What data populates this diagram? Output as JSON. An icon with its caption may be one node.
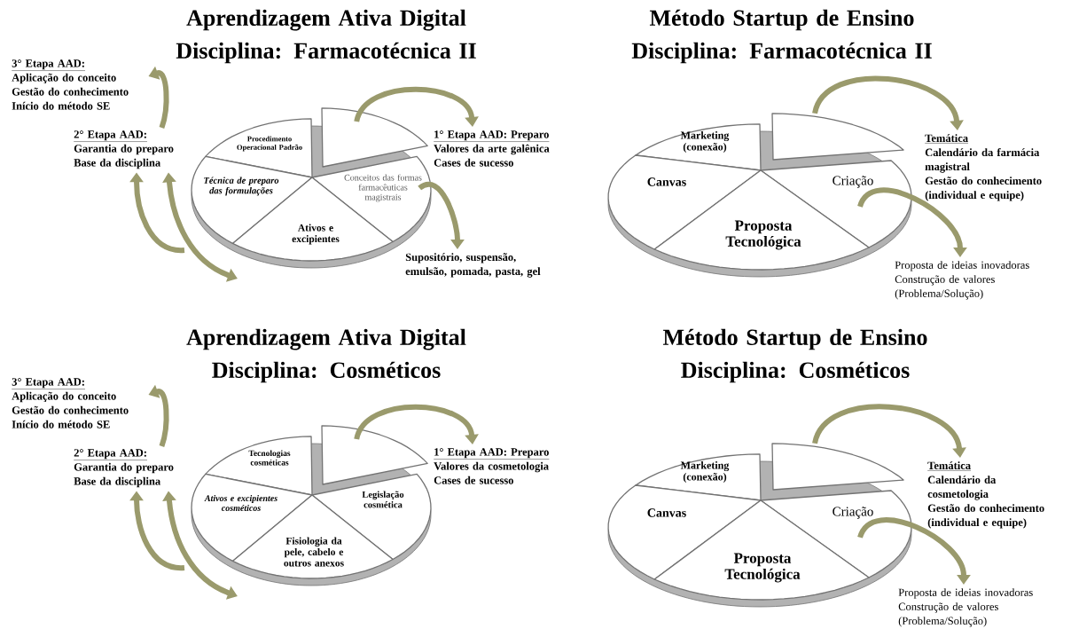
{
  "diagram": {
    "nodes": [
      {
        "text": [
          "Procedimento Operacional Padrão"
        ]
      },
      {
        "text": [],
        "shape": "wedge"
      },
      {
        "text": [
          "Técnica de preparo das formulações"
        ]
      },
      {
        "text": [
          "Conceitos das formas farmacêuticas magistrais"
        ]
      },
      {
        "text": [
          "Ativos e excipientes"
        ]
      },
      {
        "text": [
          "1° Etapa AAD: Preparo",
          "Valores da arte galênica",
          "Cases de sucesso"
        ]
      },
      {
        "text": [
          "Supositório, suspensão, emulsão, pomada, pasta, gel"
        ]
      },
      {
        "text": [
          "2° Etapa AAD:",
          "Garantia do preparo",
          "Base da disciplina"
        ]
      },
      {
        "text": [
          "3° Etapa AAD:",
          "Aplicação do conceito",
          "Gestão do conhecimento",
          "Início do método SE"
        ]
      },
      {
        "text": [
          "Marketing (conexão)"
        ]
      },
      {
        "text": [],
        "shape": "wedge"
      },
      {
        "text": [
          "Canvas"
        ]
      },
      {
        "text": [
          "Criação"
        ]
      },
      {
        "text": [
          "Proposta Tecnológica"
        ]
      },
      {
        "text": [
          "Temática",
          "Calendário da farmácia magistral",
          "Gestão do conhecimento (individual e equipe)"
        ]
      },
      {
        "text": [
          "Proposta de ideias inovadoras",
          "Construção de valores (Problema/Solução)"
        ]
      },
      {
        "text": [
          "Tecnologias cosméticas"
        ]
      },
      {
        "text": [],
        "shape": "wedge"
      },
      {
        "text": [
          "Ativos e excipientes cosméticos"
        ]
      },
      {
        "text": [
          "Legislação cosmética"
        ]
      },
      {
        "text": [
          "Fisiologia da pele, cabelo e outros anexos"
        ]
      },
      {
        "text": [
          "1° Etapa AAD: Preparo",
          "Valores da cosmetologia",
          "Cases de sucesso"
        ]
      },
      {
        "text": [
          "2° Etapa AAD:",
          "Garantia do preparo",
          "Base da disciplina"
        ]
      },
      {
        "text": [
          "3° Etapa AAD:",
          "Aplicação do conceito",
          "Gestão do conhecimento",
          "Início do método SE"
        ]
      },
      {
        "text": [
          "Marketing (conexão)"
        ]
      },
      {
        "text": [],
        "shape": "wedge"
      },
      {
        "text": [
          "Canvas"
        ]
      },
      {
        "text": [
          "Criação"
        ]
      },
      {
        "text": [
          "Proposta Tecnológica"
        ]
      },
      {
        "text": [
          "Temática",
          "Calendário da cosmetologia",
          "Gestão do conhecimento (individual e equipe)"
        ]
      },
      {
        "text": [
          "Proposta de ideias inovadoras",
          "Construção de valores (Problema/Solução)"
        ]
      }
    ],
    "edges": [
      {
        "from": 1,
        "to": 5,
        "arrow": "to"
      },
      {
        "from": 3,
        "to": 6,
        "arrow": "to"
      },
      {
        "from": 7,
        "to": 8,
        "arrow": "to"
      },
      {
        "from": 2,
        "to": 7,
        "arrow": "to"
      },
      {
        "from": 7,
        "to": 4,
        "arrow": "both"
      },
      {
        "from": 10,
        "to": 14,
        "arrow": "to"
      },
      {
        "from": 12,
        "to": 15,
        "arrow": "to"
      },
      {
        "from": 17,
        "to": 21,
        "arrow": "to"
      },
      {
        "from": 22,
        "to": 23,
        "arrow": "to"
      },
      {
        "from": 18,
        "to": 22,
        "arrow": "to"
      },
      {
        "from": 22,
        "to": 20,
        "arrow": "both"
      },
      {
        "from": 25,
        "to": 29,
        "arrow": "to"
      },
      {
        "from": 27,
        "to": 30,
        "arrow": "to"
      }
    ],
    "labels": [
      "Aprendizagem Ativa Digital Disciplina: Farmacotécnica II",
      "Método Startup de Ensino Disciplina: Farmacotécnica II",
      "Aprendizagem Ativa Digital Disciplina: Cosméticos",
      "Método Startup de Ensino Disciplina: Cosméticos"
    ]
  }
}
